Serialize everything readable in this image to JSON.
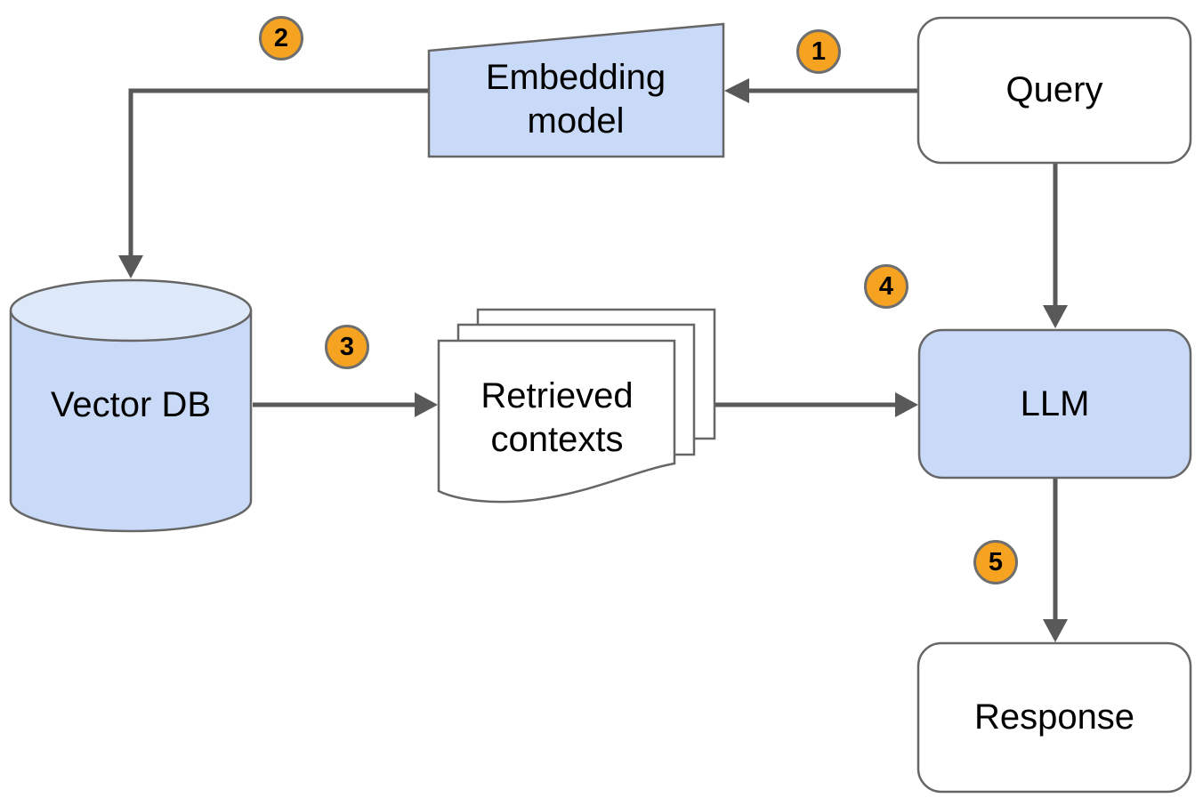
{
  "diagram": {
    "type": "flowchart",
    "nodes": {
      "query": {
        "label": "Query",
        "shape": "rounded-rect",
        "fill": "#ffffff"
      },
      "embedding_model": {
        "label": "Embedding model",
        "shape": "manual-input",
        "fill": "#c9daf8"
      },
      "vector_db": {
        "label": "Vector DB",
        "shape": "cylinder",
        "fill": "#c9daf8"
      },
      "retrieved_contexts": {
        "label": "Retrieved contexts",
        "shape": "stacked-documents",
        "fill": "#ffffff"
      },
      "llm": {
        "label": "LLM",
        "shape": "rounded-rect",
        "fill": "#c9daf8"
      },
      "response": {
        "label": "Response",
        "shape": "rounded-rect",
        "fill": "#ffffff"
      }
    },
    "steps": [
      "1",
      "2",
      "3",
      "4",
      "5"
    ],
    "edges": [
      {
        "step": "1",
        "from": "query",
        "to": "embedding_model"
      },
      {
        "step": "2",
        "from": "embedding_model",
        "to": "vector_db"
      },
      {
        "step": "3",
        "from": "vector_db",
        "to": "retrieved_contexts"
      },
      {
        "step": "4",
        "from": "retrieved_contexts",
        "to": "llm"
      },
      {
        "step": "",
        "from": "query",
        "to": "llm"
      },
      {
        "step": "5",
        "from": "llm",
        "to": "response"
      }
    ],
    "colors": {
      "node_fill_blue": "#c9daf8",
      "cylinder_top_fill": "#dde8f8",
      "badge_fill": "#f6a322",
      "line": "#595959",
      "border": "#666666",
      "text": "#000000",
      "background": "#ffffff"
    }
  }
}
